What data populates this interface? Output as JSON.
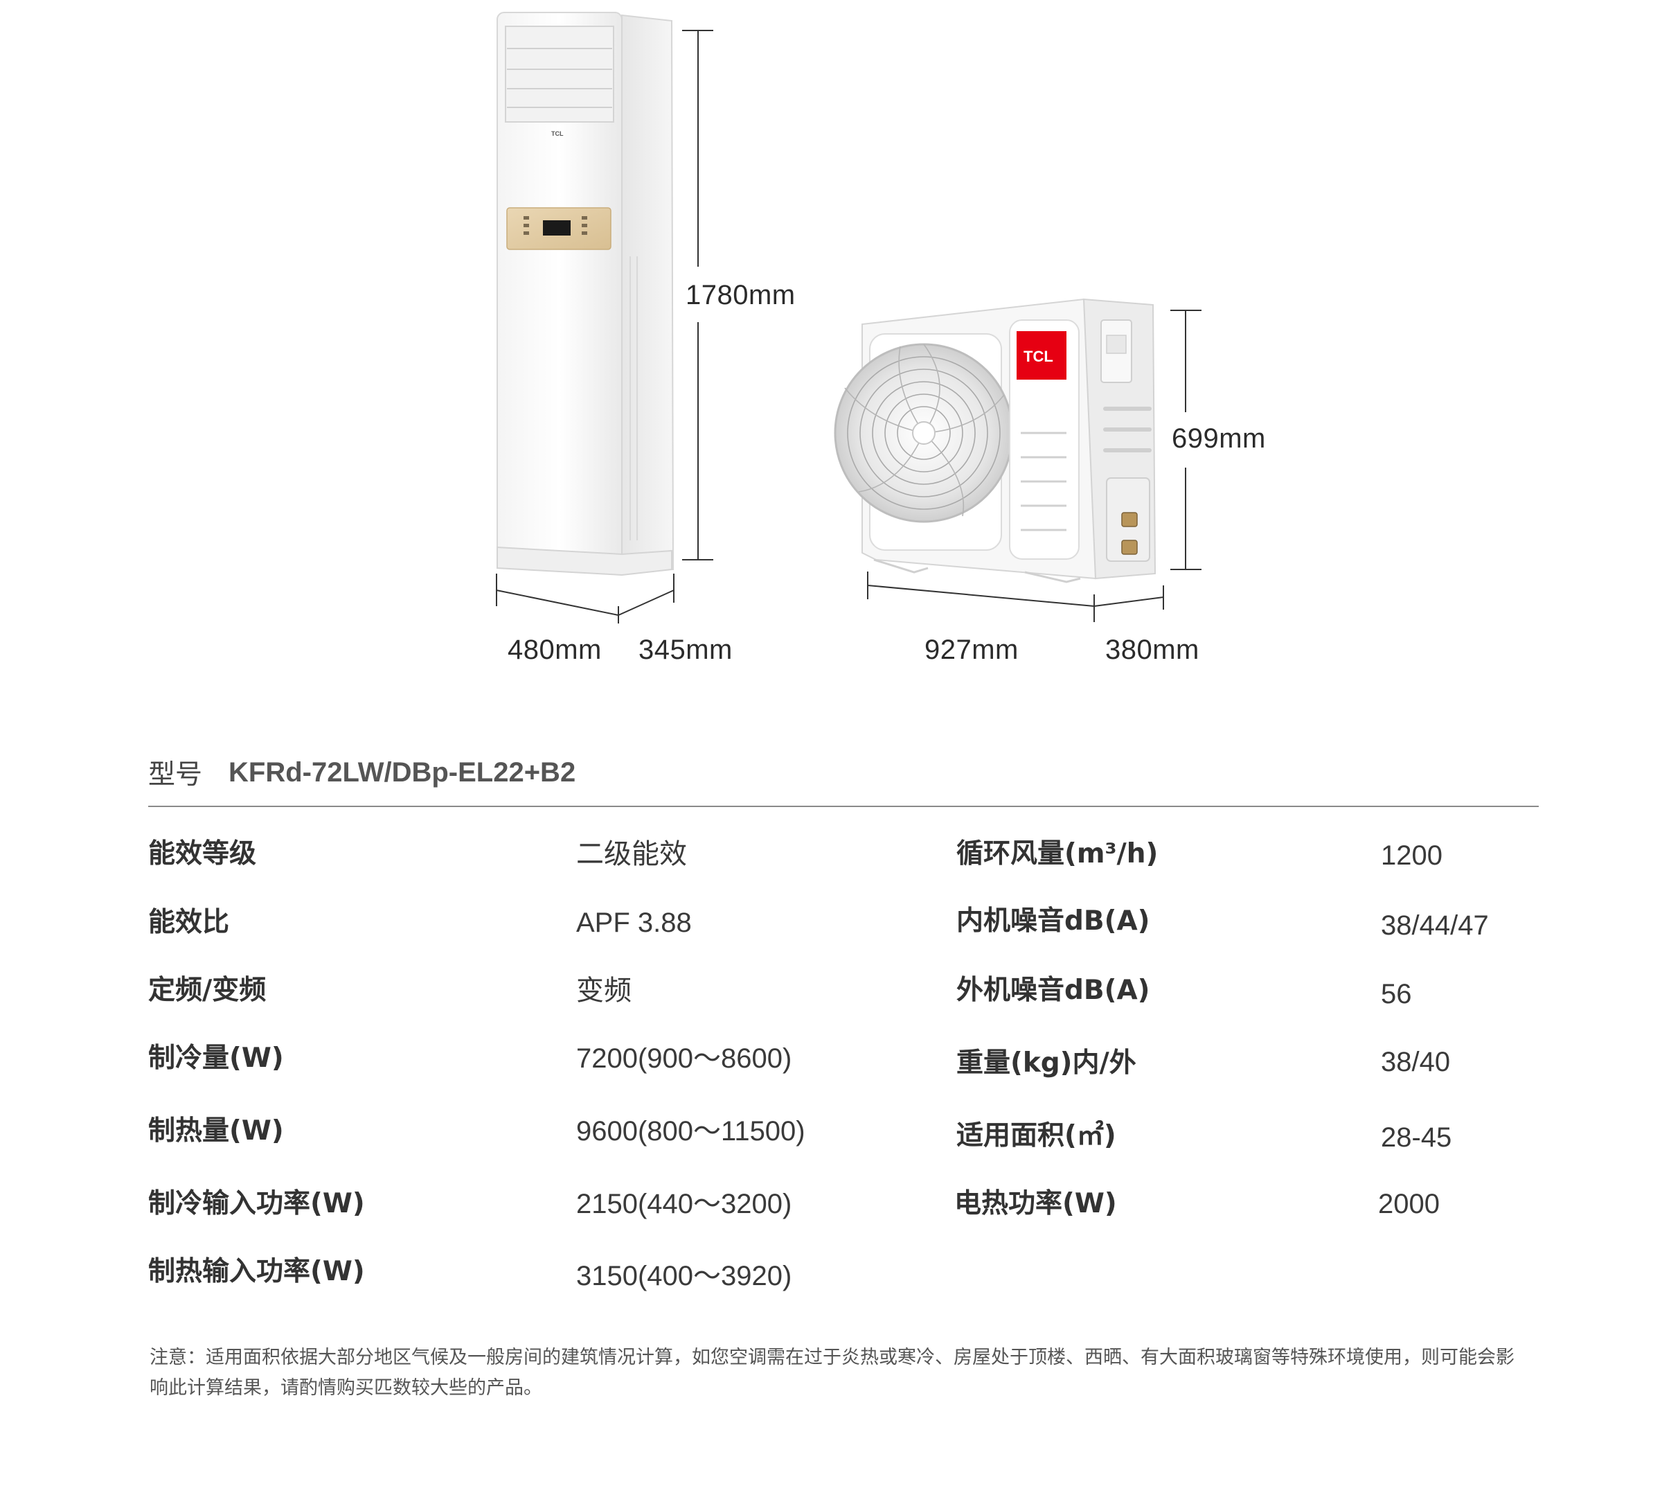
{
  "brand": {
    "logo_text": "TCL",
    "logo_color": "#e60012"
  },
  "dimensions": {
    "indoor_height": "1780mm",
    "indoor_width": "480mm",
    "indoor_depth": "345mm",
    "outdoor_height": "699mm",
    "outdoor_width": "927mm",
    "outdoor_depth": "380mm"
  },
  "model": {
    "label": "型号",
    "value": "KFRd-72LW/DBp-EL22+B2"
  },
  "specs_left": [
    {
      "label": "能效等级",
      "value": "二级能效"
    },
    {
      "label": "能效比",
      "value": "APF 3.88"
    },
    {
      "label": "定频/变频",
      "value": "变频"
    },
    {
      "label": "制冷量(W)",
      "value": "7200(900～8600)"
    },
    {
      "label": "制热量(W)",
      "value": "9600(800～11500)"
    },
    {
      "label": "制冷输入功率(W)",
      "value": "2150(440～3200)"
    },
    {
      "label": "制热输入功率(W)",
      "value": "3150(400～3920)"
    }
  ],
  "specs_right": [
    {
      "label": "循环风量(m³/h)",
      "value": "1200"
    },
    {
      "label": "内机噪音dB(A)",
      "value": "38/44/47"
    },
    {
      "label": "外机噪音dB(A)",
      "value": "56"
    },
    {
      "label": "重量(kg)内/外",
      "value": "38/40"
    },
    {
      "label": "适用面积(㎡)",
      "value": "28-45"
    },
    {
      "label": "电热功率(W)",
      "value": "2000"
    }
  ],
  "note": "注意：适用面积依据大部分地区气候及一般房间的建筑情况计算，如您空调需在过于炎热或寒冷、房屋处于顶楼、西晒、有大面积玻璃窗等特殊环境使用，则可能会影响此计算结果，请酌情购买匹数较大些的产品。"
}
